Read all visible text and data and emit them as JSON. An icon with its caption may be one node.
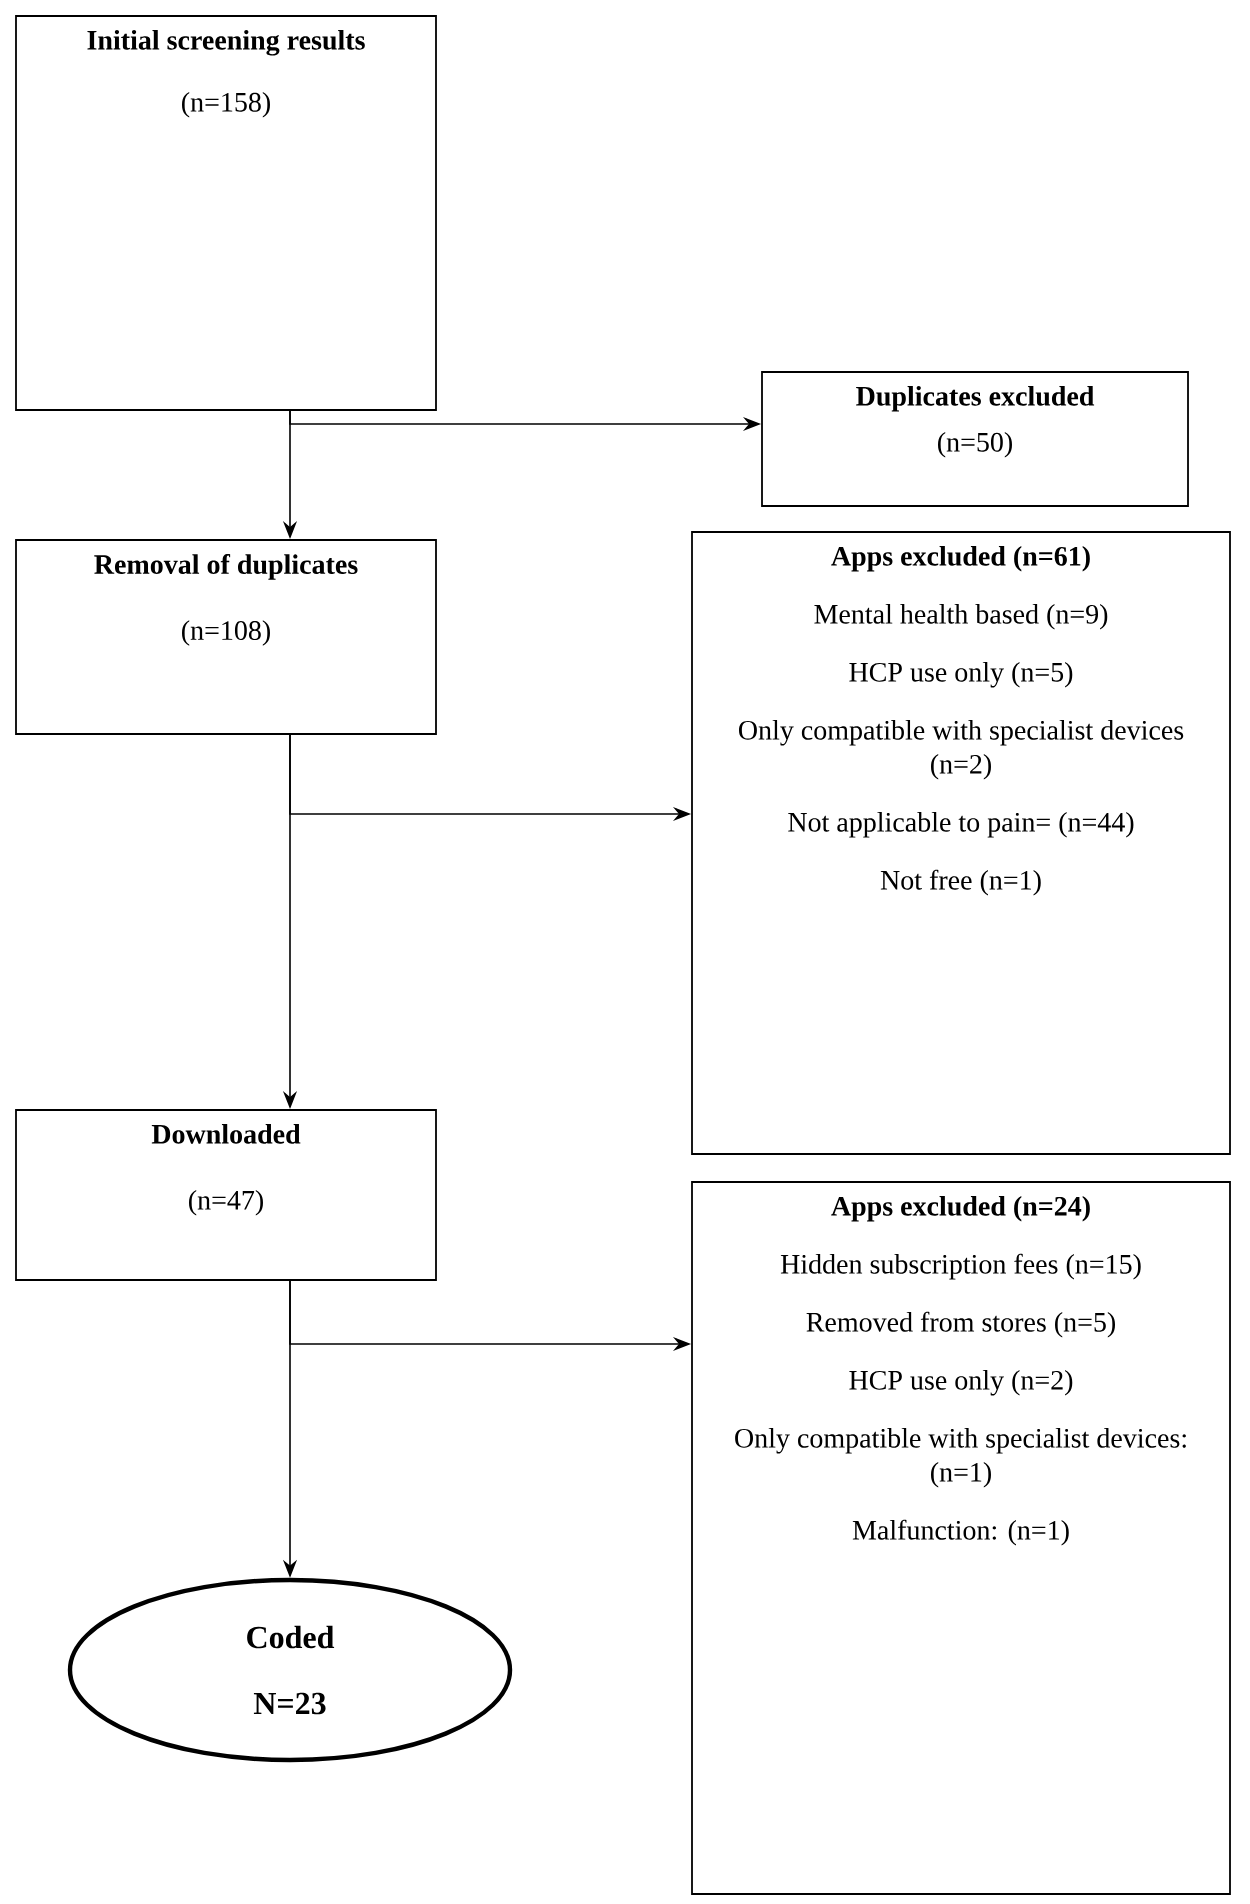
{
  "diagram": {
    "nodes": [
      {
        "text": [
          "Initial screening results",
          "(n=158)"
        ]
      },
      {
        "text": [
          "Duplicates excluded",
          "(n=50)"
        ]
      },
      {
        "text": [
          "Removal of duplicates",
          "(n=108)"
        ]
      },
      {
        "text": [
          "Apps excluded (n=61)",
          "Mental health based (n=9)",
          "HCP use only (n=5)",
          "Only compatible with specialist devices (n=2)",
          "Not applicable to pain= (n=44)",
          "Not free (n=1)"
        ]
      },
      {
        "text": [
          "Downloaded",
          "(n=47)"
        ]
      },
      {
        "text": [
          "Apps excluded (n=24)",
          "Hidden subscription fees (n=15)",
          "Removed from stores (n=5)",
          "HCP use only (n=2)",
          "Only compatible with specialist devices: (n=1)",
          "Malfunction: (n=1)"
        ]
      },
      {
        "text": [
          "Coded",
          "N=23"
        ]
      }
    ],
    "edges": [
      {
        "from": 0,
        "to": 1,
        "arrow": "to"
      },
      {
        "from": 0,
        "to": 2,
        "arrow": "to"
      },
      {
        "from": 2,
        "to": 3,
        "arrow": "to"
      },
      {
        "from": 2,
        "to": 4,
        "arrow": "to"
      },
      {
        "from": 4,
        "to": 5,
        "arrow": "to"
      },
      {
        "from": 4,
        "to": 6,
        "arrow": "to"
      }
    ]
  }
}
